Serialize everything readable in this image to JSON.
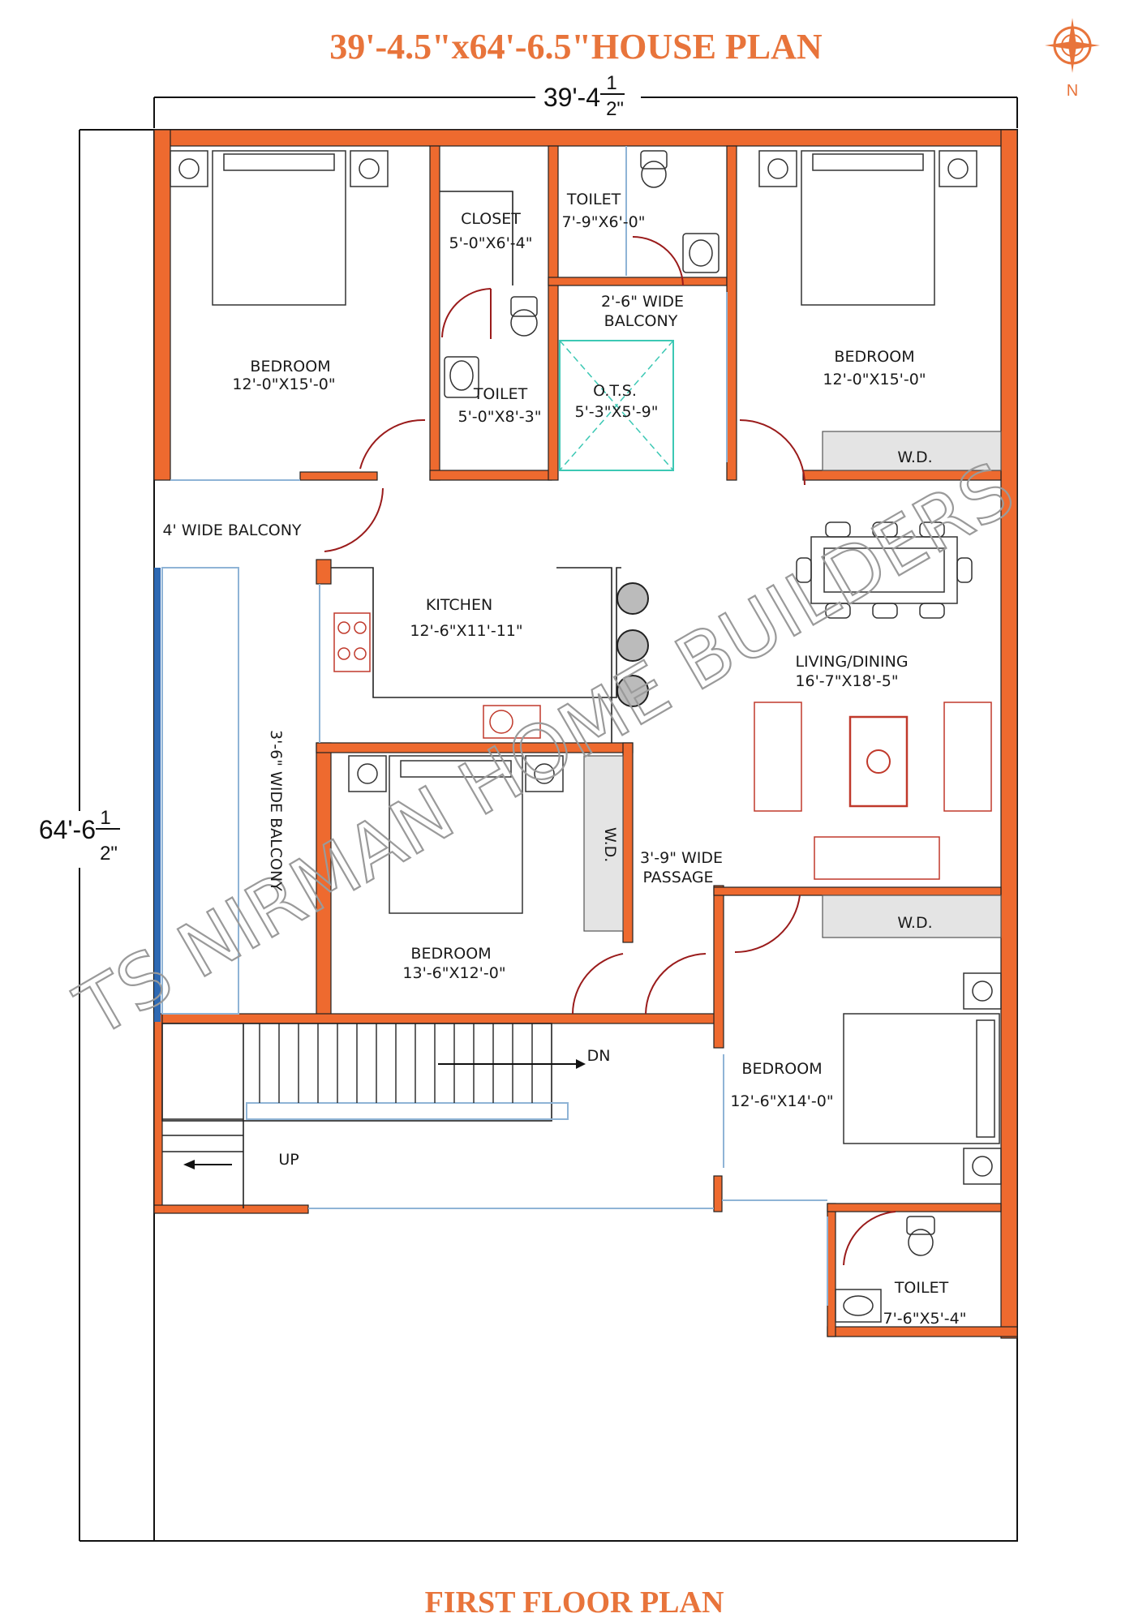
{
  "header": {
    "title": "39'-4.5\"x64'-6.5\"HOUSE PLAN",
    "north_label": "N",
    "footer": "FIRST FLOOR PLAN"
  },
  "dimensions": {
    "width_main": "39'-4",
    "width_num": "1",
    "width_den": "2\"",
    "depth_main": "64'-6",
    "depth_num": "1",
    "depth_den": "2\""
  },
  "watermark": "TS NIRMAN HOME BUILDERS",
  "rooms": {
    "bedroom_nw": {
      "name": "BEDROOM",
      "size": "12'-0\"X15'-0\""
    },
    "closet": {
      "name": "CLOSET",
      "size": "5'-0\"X6'-4\""
    },
    "toilet_1": {
      "name": "TOILET",
      "size": "5'-0\"X8'-3\""
    },
    "toilet_2": {
      "name": "TOILET",
      "size": "7'-9\"X6'-0\""
    },
    "balcony_small": {
      "line1": "2'-6\" WIDE",
      "line2": "BALCONY"
    },
    "ots": {
      "name": "O.T.S.",
      "size": "5'-3\"X5'-9\""
    },
    "bedroom_ne": {
      "name": "BEDROOM",
      "size": "12'-0\"X15'-0\""
    },
    "wd_ne": "W.D.",
    "balcony_4ft": "4' WIDE BALCONY",
    "kitchen": {
      "name": "KITCHEN",
      "size": "12'-6\"X11'-11\""
    },
    "living": {
      "name": "LIVING/DINING",
      "size": "16'-7\"X18'-5\""
    },
    "balcony_side": "3'-6\" WIDE BALCONY",
    "wd_mid": "W.D.",
    "passage": {
      "line1": "3'-9\" WIDE",
      "line2": "PASSAGE"
    },
    "bedroom_mid": {
      "name": "BEDROOM",
      "size": "13'-6\"X12'-0\""
    },
    "wd_se": "W.D.",
    "bedroom_se": {
      "name": "BEDROOM",
      "size": "12'-6\"X14'-0\""
    },
    "stairs_dn": "DN",
    "stairs_up": "UP",
    "toilet_3": {
      "name": "TOILET",
      "size": "7'-6\"X5'-4\""
    }
  },
  "colors": {
    "wall": "#ee6a2f",
    "title": "#e8743b",
    "glass": "#8fb4d6",
    "ots": "#3cc8b4",
    "door": "#9a1b1b"
  }
}
